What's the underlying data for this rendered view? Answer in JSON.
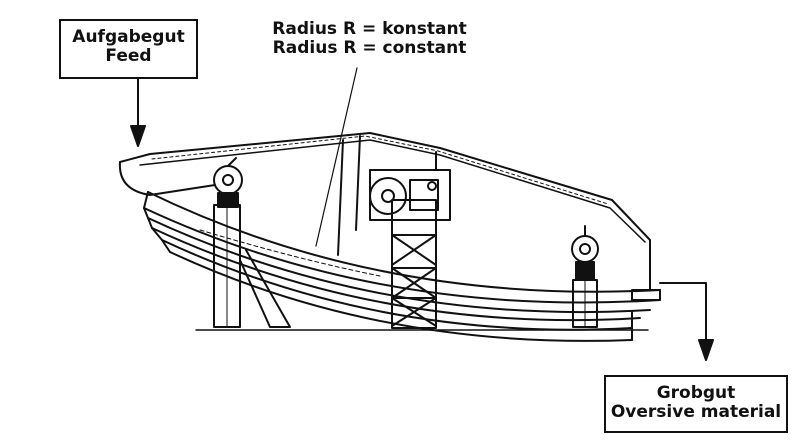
{
  "labels": {
    "feed_de": "Aufgabegut",
    "feed_en": "Feed",
    "radius_de": "Radius R = konstant",
    "radius_en": "Radius R = constant",
    "oversize_de": "Grobgut",
    "oversize_en": "Oversive material"
  },
  "colors": {
    "line": "#111111",
    "background": "#ffffff"
  }
}
